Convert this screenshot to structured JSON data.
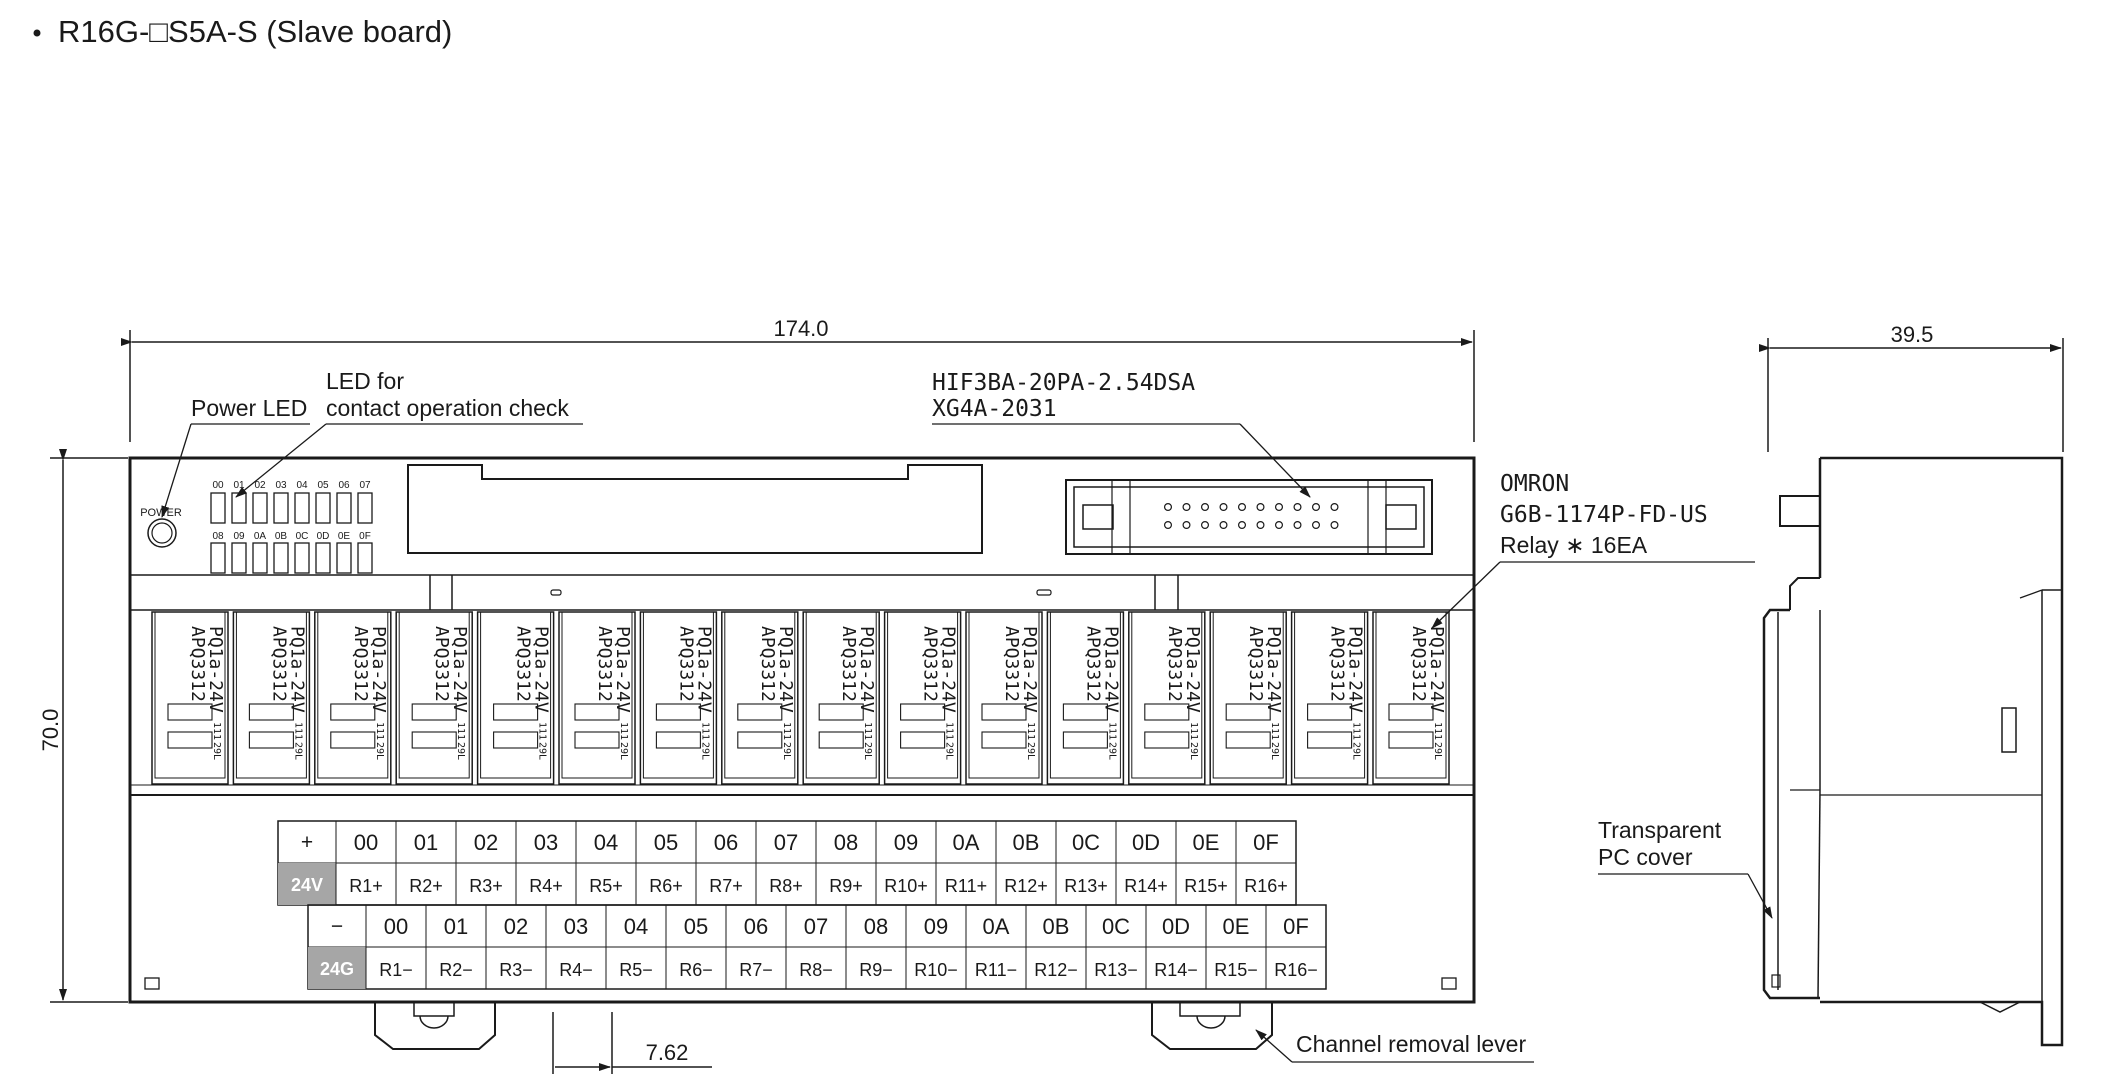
{
  "title": "R16G-□S5A-S (Slave board)",
  "dimensions": {
    "width": "174.0",
    "height": "70.0",
    "depth": "39.5",
    "pitch": "7.62"
  },
  "callouts": {
    "power_led": "Power LED",
    "led_check_line1": "LED for",
    "led_check_line2": "contact operation check",
    "connector_line1": "HIF3BA-20PA-2.54DSA",
    "connector_line2": "XG4A-2031",
    "relay_line1": "OMRON",
    "relay_line2": "G6B-1174P-FD-US",
    "relay_line3": "Relay ∗ 16EA",
    "cover_line1": "Transparent",
    "cover_line2": "PC cover",
    "lever": "Channel removal lever"
  },
  "board": {
    "power_label": "POWER",
    "led_top_labels": [
      "00",
      "01",
      "02",
      "03",
      "04",
      "05",
      "06",
      "07"
    ],
    "led_bottom_labels": [
      "08",
      "09",
      "0A",
      "0B",
      "0C",
      "0D",
      "0E",
      "0F"
    ],
    "relay_text_1": "PQ1a-24V",
    "relay_text_2": "APQ3312",
    "relay_code_1": "111",
    "relay_code_2": "29L"
  },
  "terminals": {
    "top": {
      "sign": "+",
      "supply": "24V",
      "numbers": [
        "00",
        "01",
        "02",
        "03",
        "04",
        "05",
        "06",
        "07",
        "08",
        "09",
        "0A",
        "0B",
        "0C",
        "0D",
        "0E",
        "0F"
      ],
      "labels": [
        "R1+",
        "R2+",
        "R3+",
        "R4+",
        "R5+",
        "R6+",
        "R7+",
        "R8+",
        "R9+",
        "R10+",
        "R11+",
        "R12+",
        "R13+",
        "R14+",
        "R15+",
        "R16+"
      ]
    },
    "bottom": {
      "sign": "−",
      "supply": "24G",
      "numbers": [
        "00",
        "01",
        "02",
        "03",
        "04",
        "05",
        "06",
        "07",
        "08",
        "09",
        "0A",
        "0B",
        "0C",
        "0D",
        "0E",
        "0F"
      ],
      "labels": [
        "R1−",
        "R2−",
        "R3−",
        "R4−",
        "R5−",
        "R6−",
        "R7−",
        "R8−",
        "R9−",
        "R10−",
        "R11−",
        "R12−",
        "R13−",
        "R14−",
        "R15−",
        "R16−"
      ]
    }
  }
}
